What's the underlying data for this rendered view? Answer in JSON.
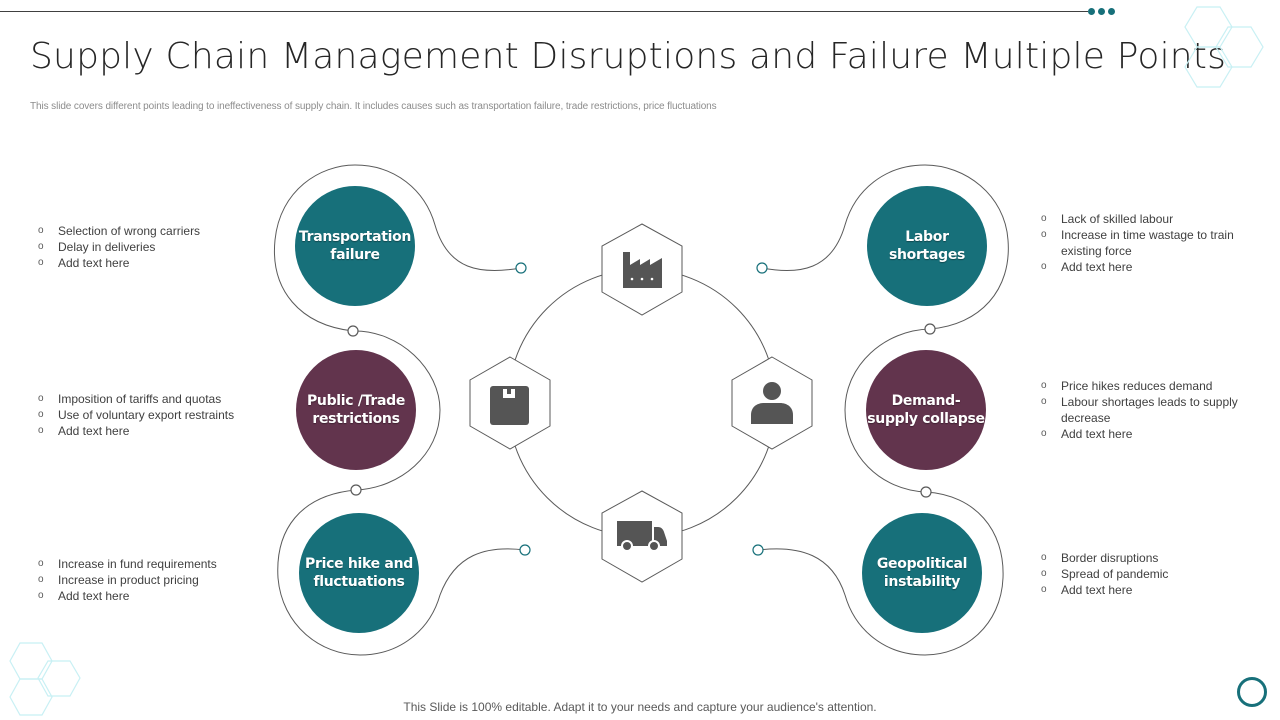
{
  "header": {
    "title": "Supply Chain Management Disruptions and Failure Multiple Points",
    "subtitle": "This slide covers different points leading to ineffectiveness of supply chain. It includes causes such as transportation failure, trade restrictions, price fluctuations"
  },
  "colors": {
    "teal": "#17707a",
    "plum": "#62344d",
    "icon_gray": "#555555",
    "line_gray": "#5a5a5a",
    "accent_light": "#bfeef3"
  },
  "causes": [
    {
      "label": "Transportation failure",
      "line1": "Transportation",
      "line2": "failure",
      "color": "teal",
      "bullets": [
        "Selection of wrong carriers",
        "Delay in deliveries",
        "Add text here"
      ]
    },
    {
      "label": "Public /Trade restrictions",
      "line1": "Public /Trade",
      "line2": "restrictions",
      "color": "plum",
      "bullets": [
        "Imposition of tariffs and quotas",
        "Use of voluntary export restraints",
        "Add text here"
      ]
    },
    {
      "label": "Price hike and fluctuations",
      "line1": "Price hike and",
      "line2": "fluctuations",
      "color": "teal",
      "bullets": [
        "Increase in fund requirements",
        "Increase in product pricing",
        "Add text here"
      ]
    },
    {
      "label": "Labor shortages",
      "line1": "Labor",
      "line2": "shortages",
      "color": "teal",
      "bullets": [
        "Lack of skilled labour",
        "Increase in time wastage to train existing force",
        "Add text here"
      ]
    },
    {
      "label": "Demand-supply collapse",
      "line1": "Demand-",
      "line2": "supply collapse",
      "color": "plum",
      "bullets": [
        "Price hikes reduces demand",
        "Labour shortages leads to supply decrease",
        "Add text here"
      ]
    },
    {
      "label": "Geopolitical instability",
      "line1": "Geopolitical",
      "line2": "instability",
      "color": "teal",
      "bullets": [
        "Border disruptions",
        "Spread of pandemic",
        "Add text here"
      ]
    }
  ],
  "hub_icons": [
    "factory-icon",
    "person-icon",
    "truck-icon",
    "package-icon"
  ],
  "footer": {
    "note": "This Slide is 100% editable. Adapt it to your needs and capture your audience's attention."
  }
}
